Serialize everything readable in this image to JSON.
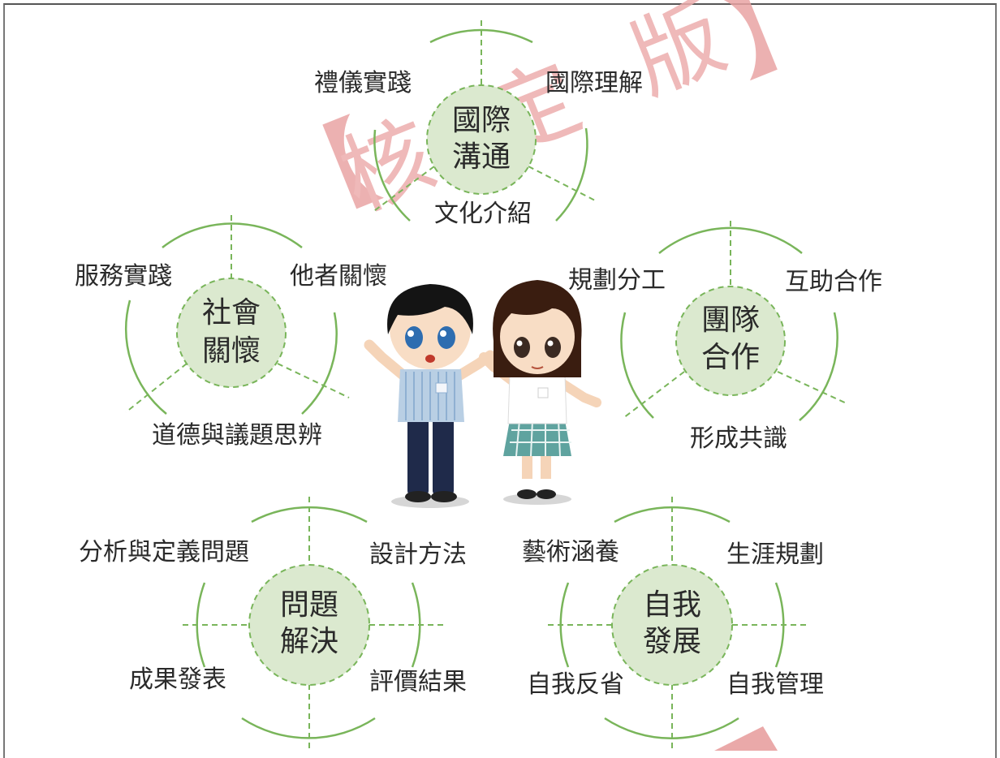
{
  "watermark": {
    "left_bracket": "【",
    "chars": [
      "核",
      "定",
      "版"
    ],
    "right_bracket": "】",
    "color": "#e9a3a3"
  },
  "clusters": [
    {
      "id": "international",
      "center_lines": [
        "國際",
        "溝通"
      ],
      "top_left": "禮儀實踐",
      "top_right": "國際理解",
      "bottom": "文化介紹"
    },
    {
      "id": "social",
      "center_lines": [
        "社會",
        "關懷"
      ],
      "top_left": "服務實踐",
      "top_right": "他者關懷",
      "bottom": "道德與議題思辨"
    },
    {
      "id": "team",
      "center_lines": [
        "團隊",
        "合作"
      ],
      "top_left": "規劃分工",
      "top_right": "互助合作",
      "bottom": "形成共識"
    },
    {
      "id": "problem",
      "center_lines": [
        "問題",
        "解決"
      ],
      "top_left": "分析與定義問題",
      "top_right": "設計方法",
      "bottom_left": "成果發表",
      "bottom_right": "評價結果"
    },
    {
      "id": "self",
      "center_lines": [
        "自我",
        "發展"
      ],
      "top_left": "藝術涵養",
      "top_right": "生涯規劃",
      "bottom_left": "自我反省",
      "bottom_right": "自我管理"
    }
  ],
  "colors": {
    "accent": "#79b55a",
    "core_fill": "#dbe9cf",
    "text": "#2a2a2a"
  }
}
